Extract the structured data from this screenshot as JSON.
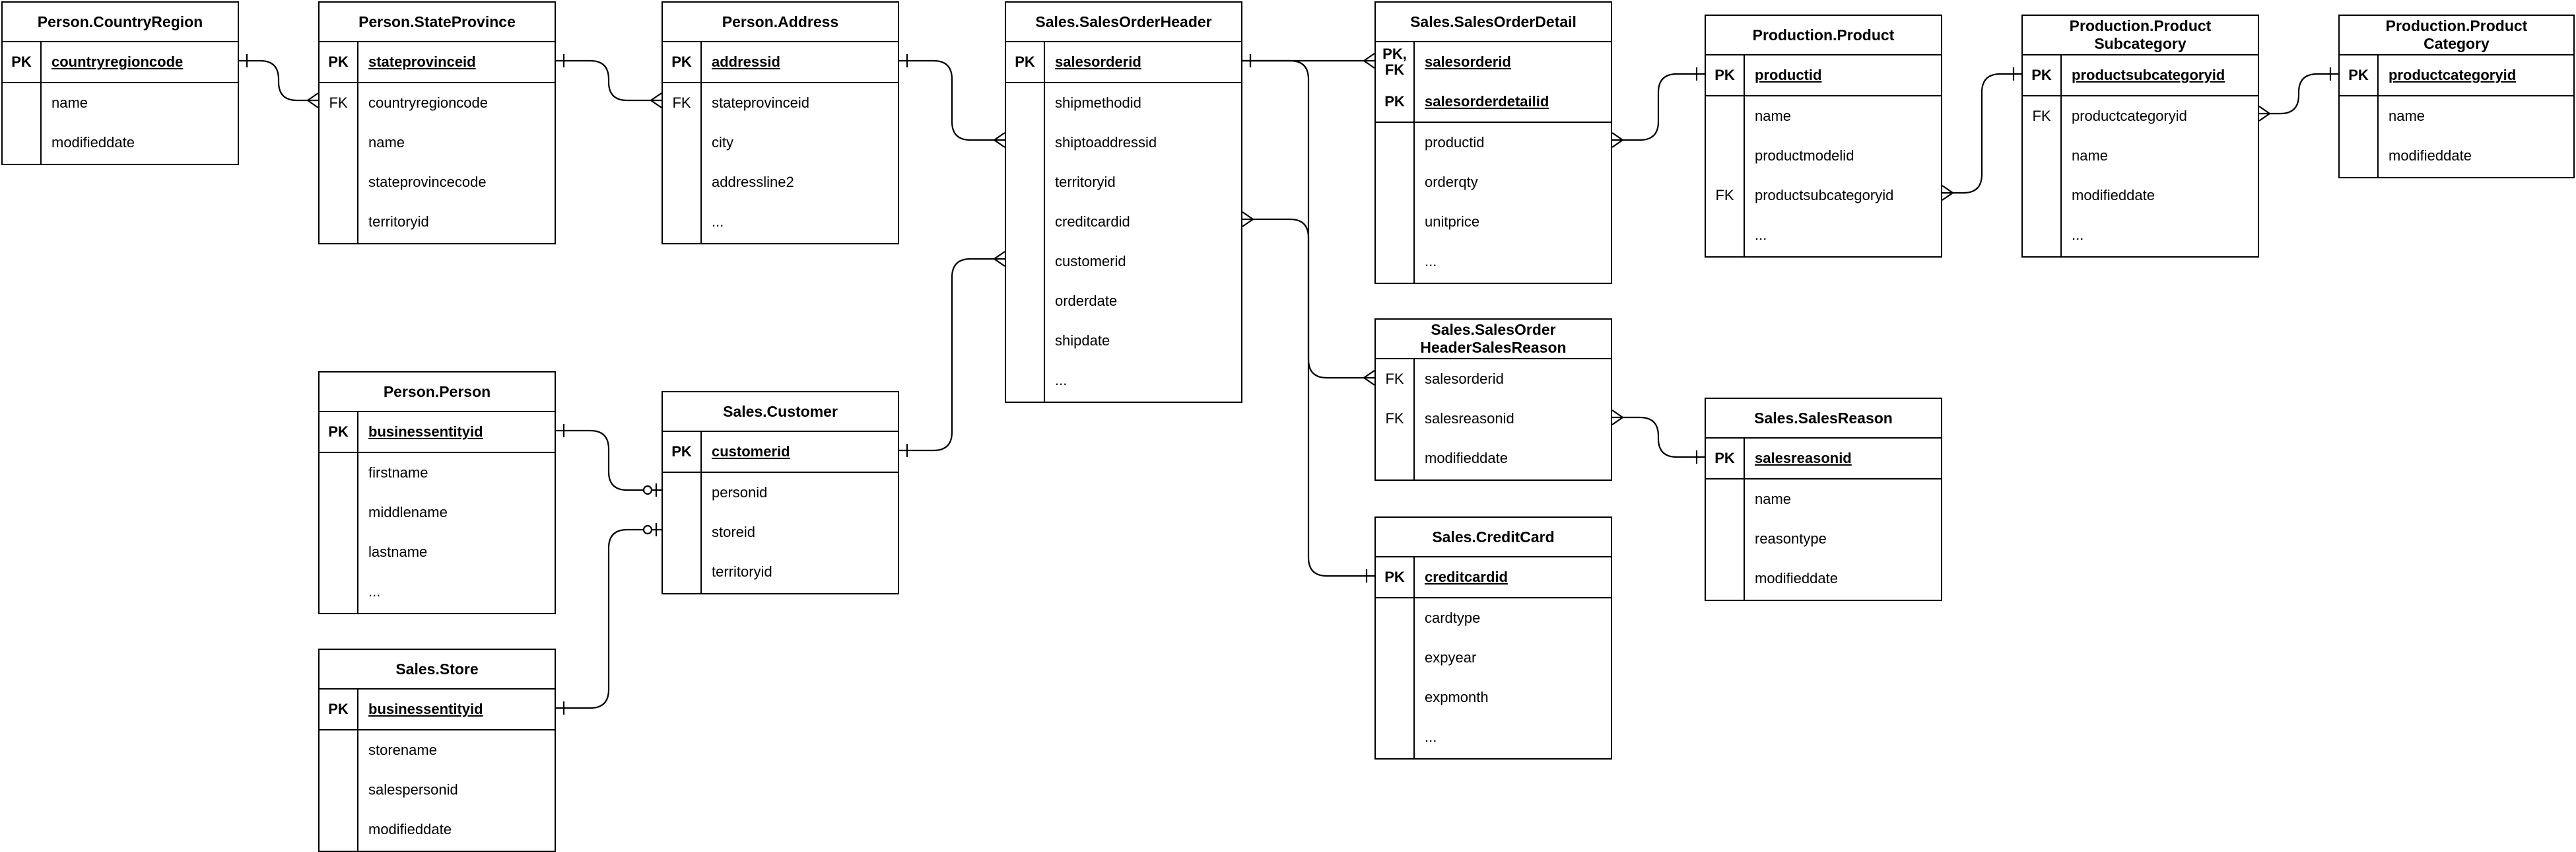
{
  "entities": [
    {
      "id": "person-countryregion",
      "title": "Person.CountryRegion",
      "pk": [
        {
          "key": "PK",
          "name": "countryregioncode"
        }
      ],
      "attrs": [
        {
          "key": "",
          "name": "name"
        },
        {
          "key": "",
          "name": "modifieddate"
        }
      ]
    },
    {
      "id": "person-stateprovince",
      "title": "Person.StateProvince",
      "pk": [
        {
          "key": "PK",
          "name": "stateprovinceid"
        }
      ],
      "attrs": [
        {
          "key": "FK",
          "name": "countryregioncode"
        },
        {
          "key": "",
          "name": "name"
        },
        {
          "key": "",
          "name": "stateprovincecode"
        },
        {
          "key": "",
          "name": "territoryid"
        }
      ]
    },
    {
      "id": "person-address",
      "title": "Person.Address",
      "pk": [
        {
          "key": "PK",
          "name": "addressid"
        }
      ],
      "attrs": [
        {
          "key": "FK",
          "name": "stateprovinceid"
        },
        {
          "key": "",
          "name": "city"
        },
        {
          "key": "",
          "name": "addressline2"
        },
        {
          "key": "",
          "name": "..."
        }
      ]
    },
    {
      "id": "sales-salesorderheader",
      "title": "Sales.SalesOrderHeader",
      "pk": [
        {
          "key": "PK",
          "name": "salesorderid"
        }
      ],
      "attrs": [
        {
          "key": "",
          "name": "shipmethodid"
        },
        {
          "key": "",
          "name": "shiptoaddressid"
        },
        {
          "key": "",
          "name": "territoryid"
        },
        {
          "key": "",
          "name": "creditcardid"
        },
        {
          "key": "",
          "name": "customerid"
        },
        {
          "key": "",
          "name": "orderdate"
        },
        {
          "key": "",
          "name": "shipdate"
        },
        {
          "key": "",
          "name": "..."
        }
      ]
    },
    {
      "id": "sales-salesorderdetail",
      "title": "Sales.SalesOrderDetail",
      "pk": [
        {
          "key": "PK,\nFK",
          "name": "salesorderid"
        },
        {
          "key": "PK",
          "name": "salesorderdetailid"
        }
      ],
      "attrs": [
        {
          "key": "",
          "name": "productid"
        },
        {
          "key": "",
          "name": "orderqty"
        },
        {
          "key": "",
          "name": "unitprice"
        },
        {
          "key": "",
          "name": "..."
        }
      ]
    },
    {
      "id": "production-product",
      "title": "Production.Product",
      "pk": [
        {
          "key": "PK",
          "name": "productid"
        }
      ],
      "attrs": [
        {
          "key": "",
          "name": "name"
        },
        {
          "key": "",
          "name": "productmodelid"
        },
        {
          "key": "FK",
          "name": "productsubcategoryid"
        },
        {
          "key": "",
          "name": "..."
        }
      ]
    },
    {
      "id": "production-productsubcategory",
      "title": "Production.Product\nSubcategory",
      "pk": [
        {
          "key": "PK",
          "name": "productsubcategoryid"
        }
      ],
      "attrs": [
        {
          "key": "FK",
          "name": "productcategoryid"
        },
        {
          "key": "",
          "name": "name"
        },
        {
          "key": "",
          "name": "modifieddate"
        },
        {
          "key": "",
          "name": "..."
        }
      ]
    },
    {
      "id": "production-productcategory",
      "title": "Production.Product\nCategory",
      "pk": [
        {
          "key": "PK",
          "name": "productcategoryid"
        }
      ],
      "attrs": [
        {
          "key": "",
          "name": "name"
        },
        {
          "key": "",
          "name": "modifieddate"
        }
      ]
    },
    {
      "id": "sales-salesorderheadersalesreason",
      "title": "Sales.SalesOrder\nHeaderSalesReason",
      "pk": [],
      "attrs": [
        {
          "key": "FK",
          "name": "salesorderid"
        },
        {
          "key": "FK",
          "name": "salesreasonid"
        },
        {
          "key": "",
          "name": "modifieddate"
        }
      ]
    },
    {
      "id": "sales-salesreason",
      "title": "Sales.SalesReason",
      "pk": [
        {
          "key": "PK",
          "name": "salesreasonid"
        }
      ],
      "attrs": [
        {
          "key": "",
          "name": "name"
        },
        {
          "key": "",
          "name": "reasontype"
        },
        {
          "key": "",
          "name": "modifieddate"
        }
      ]
    },
    {
      "id": "sales-creditcard",
      "title": "Sales.CreditCard",
      "pk": [
        {
          "key": "PK",
          "name": "creditcardid"
        }
      ],
      "attrs": [
        {
          "key": "",
          "name": "cardtype"
        },
        {
          "key": "",
          "name": "expyear"
        },
        {
          "key": "",
          "name": "expmonth"
        },
        {
          "key": "",
          "name": "..."
        }
      ]
    },
    {
      "id": "person-person",
      "title": "Person.Person",
      "pk": [
        {
          "key": "PK",
          "name": "businessentityid"
        }
      ],
      "attrs": [
        {
          "key": "",
          "name": "firstname"
        },
        {
          "key": "",
          "name": "middlename"
        },
        {
          "key": "",
          "name": "lastname"
        },
        {
          "key": "",
          "name": "..."
        }
      ]
    },
    {
      "id": "sales-customer",
      "title": "Sales.Customer",
      "pk": [
        {
          "key": "PK",
          "name": "customerid"
        }
      ],
      "attrs": [
        {
          "key": "",
          "name": "personid"
        },
        {
          "key": "",
          "name": "storeid"
        },
        {
          "key": "",
          "name": "territoryid"
        }
      ]
    },
    {
      "id": "sales-store",
      "title": "Sales.Store",
      "pk": [
        {
          "key": "PK",
          "name": "businessentityid"
        }
      ],
      "attrs": [
        {
          "key": "",
          "name": "storename"
        },
        {
          "key": "",
          "name": "salespersonid"
        },
        {
          "key": "",
          "name": "modifieddate"
        }
      ]
    }
  ],
  "relationships": [
    {
      "name": "stateprovince-countryregion",
      "from": "person-countryregion",
      "from_card": "one",
      "to": "person-stateprovince",
      "to_card": "many"
    },
    {
      "name": "address-stateprovince",
      "from": "person-stateprovince",
      "from_card": "one",
      "to": "person-address",
      "to_card": "many"
    },
    {
      "name": "orderheader-address",
      "from": "person-address",
      "from_card": "one",
      "to": "sales-salesorderheader",
      "to_card": "many"
    },
    {
      "name": "orderdetail-orderheader",
      "from": "sales-salesorderheader",
      "from_card": "one",
      "to": "sales-salesorderdetail",
      "to_card": "many"
    },
    {
      "name": "orderdetail-product",
      "from": "sales-salesorderdetail",
      "from_card": "many",
      "to": "production-product",
      "to_card": "one"
    },
    {
      "name": "product-subcategory",
      "from": "production-product",
      "from_card": "many",
      "to": "production-productsubcategory",
      "to_card": "one"
    },
    {
      "name": "subcategory-category",
      "from": "production-productsubcategory",
      "from_card": "many",
      "to": "production-productcategory",
      "to_card": "one"
    },
    {
      "name": "orderheader-salesreasonlink",
      "from": "sales-salesorderheader",
      "from_card": "one",
      "to": "sales-salesorderheadersalesreason",
      "to_card": "many"
    },
    {
      "name": "salesreasonlink-salesreason",
      "from": "sales-salesorderheadersalesreason",
      "from_card": "many",
      "to": "sales-salesreason",
      "to_card": "one"
    },
    {
      "name": "orderheader-creditcard",
      "from": "sales-salesorderheader",
      "from_card": "many",
      "to": "sales-creditcard",
      "to_card": "one"
    },
    {
      "name": "orderheader-customer",
      "from": "sales-customer",
      "from_card": "one",
      "to": "sales-salesorderheader",
      "to_card": "many"
    },
    {
      "name": "customer-person",
      "from": "person-person",
      "from_card": "one",
      "to": "sales-customer",
      "to_card": "zero-or-one"
    },
    {
      "name": "customer-store",
      "from": "sales-store",
      "from_card": "one",
      "to": "sales-customer",
      "to_card": "zero-or-one"
    }
  ]
}
